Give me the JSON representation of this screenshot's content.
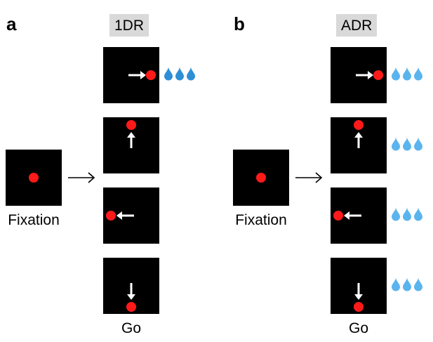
{
  "panels": [
    {
      "letter": "a",
      "condition": "1DR",
      "fixation_label": "Fixation",
      "go_label": "Go",
      "targets": [
        {
          "direction": "right",
          "reward_drops": 3,
          "reward_style": "dark-blue"
        },
        {
          "direction": "up",
          "reward_drops": 0
        },
        {
          "direction": "left",
          "reward_drops": 0
        },
        {
          "direction": "down",
          "reward_drops": 0
        }
      ]
    },
    {
      "letter": "b",
      "condition": "ADR",
      "fixation_label": "Fixation",
      "go_label": "Go",
      "targets": [
        {
          "direction": "right",
          "reward_drops": 3,
          "reward_style": "light-blue"
        },
        {
          "direction": "up",
          "reward_drops": 3,
          "reward_style": "light-blue"
        },
        {
          "direction": "left",
          "reward_drops": 3,
          "reward_style": "light-blue"
        },
        {
          "direction": "down",
          "reward_drops": 3,
          "reward_style": "light-blue"
        }
      ]
    }
  ],
  "colors": {
    "background": "#ffffff",
    "screen": "#000000",
    "target_dot": "#ff1a1a",
    "arrow": "#ffffff",
    "drop_dark": "#2f8fd6",
    "drop_light": "#5ab4ee",
    "condition_bg": "#d9d9d9"
  },
  "icons": [
    "red-dot-icon",
    "white-arrow-icon",
    "water-drop-icon",
    "right-arrow-icon"
  ]
}
